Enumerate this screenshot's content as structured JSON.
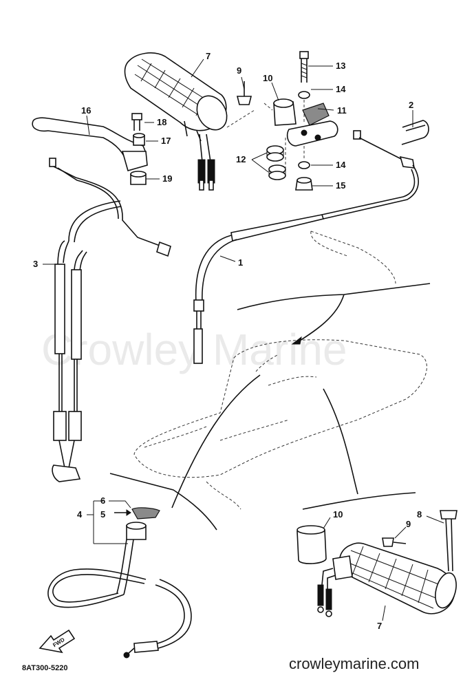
{
  "diagram": {
    "document_code": "8AT300-5220",
    "source_site": "crowleymarine.com",
    "watermark_text": "Crowley Marine",
    "direction_label": "FWD",
    "callouts": {
      "p1": "1",
      "p2": "2",
      "p3": "3",
      "p4": "4",
      "p5": "5",
      "p6": "6",
      "p7_top": "7",
      "p7_bottom": "7",
      "p8": "8",
      "p9_top": "9",
      "p9_bottom": "9",
      "p10_top": "10",
      "p10_bottom": "10",
      "p11": "11",
      "p12": "12",
      "p13": "13",
      "p14_upper": "14",
      "p14_lower": "14",
      "p15": "15",
      "p16": "16",
      "p17": "17",
      "p18": "18",
      "p19": "19"
    }
  }
}
